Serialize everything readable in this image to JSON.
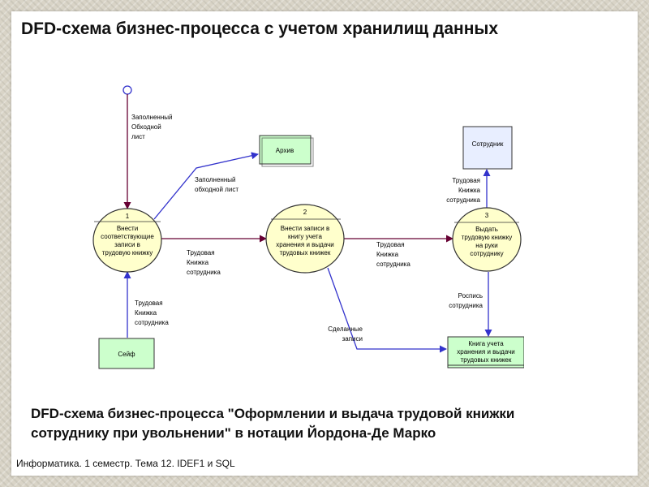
{
  "slide": {
    "title": "DFD-схема бизнес-процесса с учетом хранилищ данных",
    "caption_line1": "DFD-схема бизнес-процесса \"Оформлении и выдача трудовой книжки",
    "caption_line2": "сотруднику при увольнении\" в нотации Йордона-Де Марко",
    "footer": "Информатика. 1 семестр. Тема 12. IDEF1 и SQL"
  },
  "diagram": {
    "processes": [
      {
        "number": "1",
        "lines": [
          "Внести",
          "соответствующие",
          "записи в",
          "трудовую книжку"
        ]
      },
      {
        "number": "2",
        "lines": [
          "Внести записи в",
          "книгу учета",
          "хранения и выдачи",
          "трудовых книжек"
        ]
      },
      {
        "number": "3",
        "lines": [
          "Выдать",
          "трудовую книжку",
          "на руки",
          "сотруднику"
        ]
      }
    ],
    "entities": {
      "archive": "Архив",
      "safe": "Сейф",
      "employee": "Сотрудник",
      "ledger": [
        "Книга учета",
        "хранения и выдачи",
        "трудовых книжек"
      ]
    },
    "flows": {
      "input_sheet": [
        "Заполненный",
        "Обходной",
        "лист"
      ],
      "to_archive": [
        "Заполненный",
        "обходной лист"
      ],
      "p1_to_p2": [
        "Трудовая",
        "Книжка",
        "сотрудника"
      ],
      "safe_to_p1": [
        "Трудовая",
        "Книжка",
        "сотрудника"
      ],
      "p2_to_p3": [
        "Трудовая",
        "Книжка",
        "сотрудника"
      ],
      "p3_to_employee": [
        "Трудовая",
        "Книжка",
        "сотрудника"
      ],
      "p3_to_ledger": [
        "Роспись",
        "сотрудника"
      ],
      "p2_to_ledger": [
        "Сделанные",
        "записи"
      ]
    },
    "colors": {
      "process_fill": "#ffffcc",
      "store_fill": "#ccffcc",
      "entity_fill": "#e8eeff",
      "arrow_purple": "#660033",
      "arrow_blue": "#3333cc"
    }
  }
}
